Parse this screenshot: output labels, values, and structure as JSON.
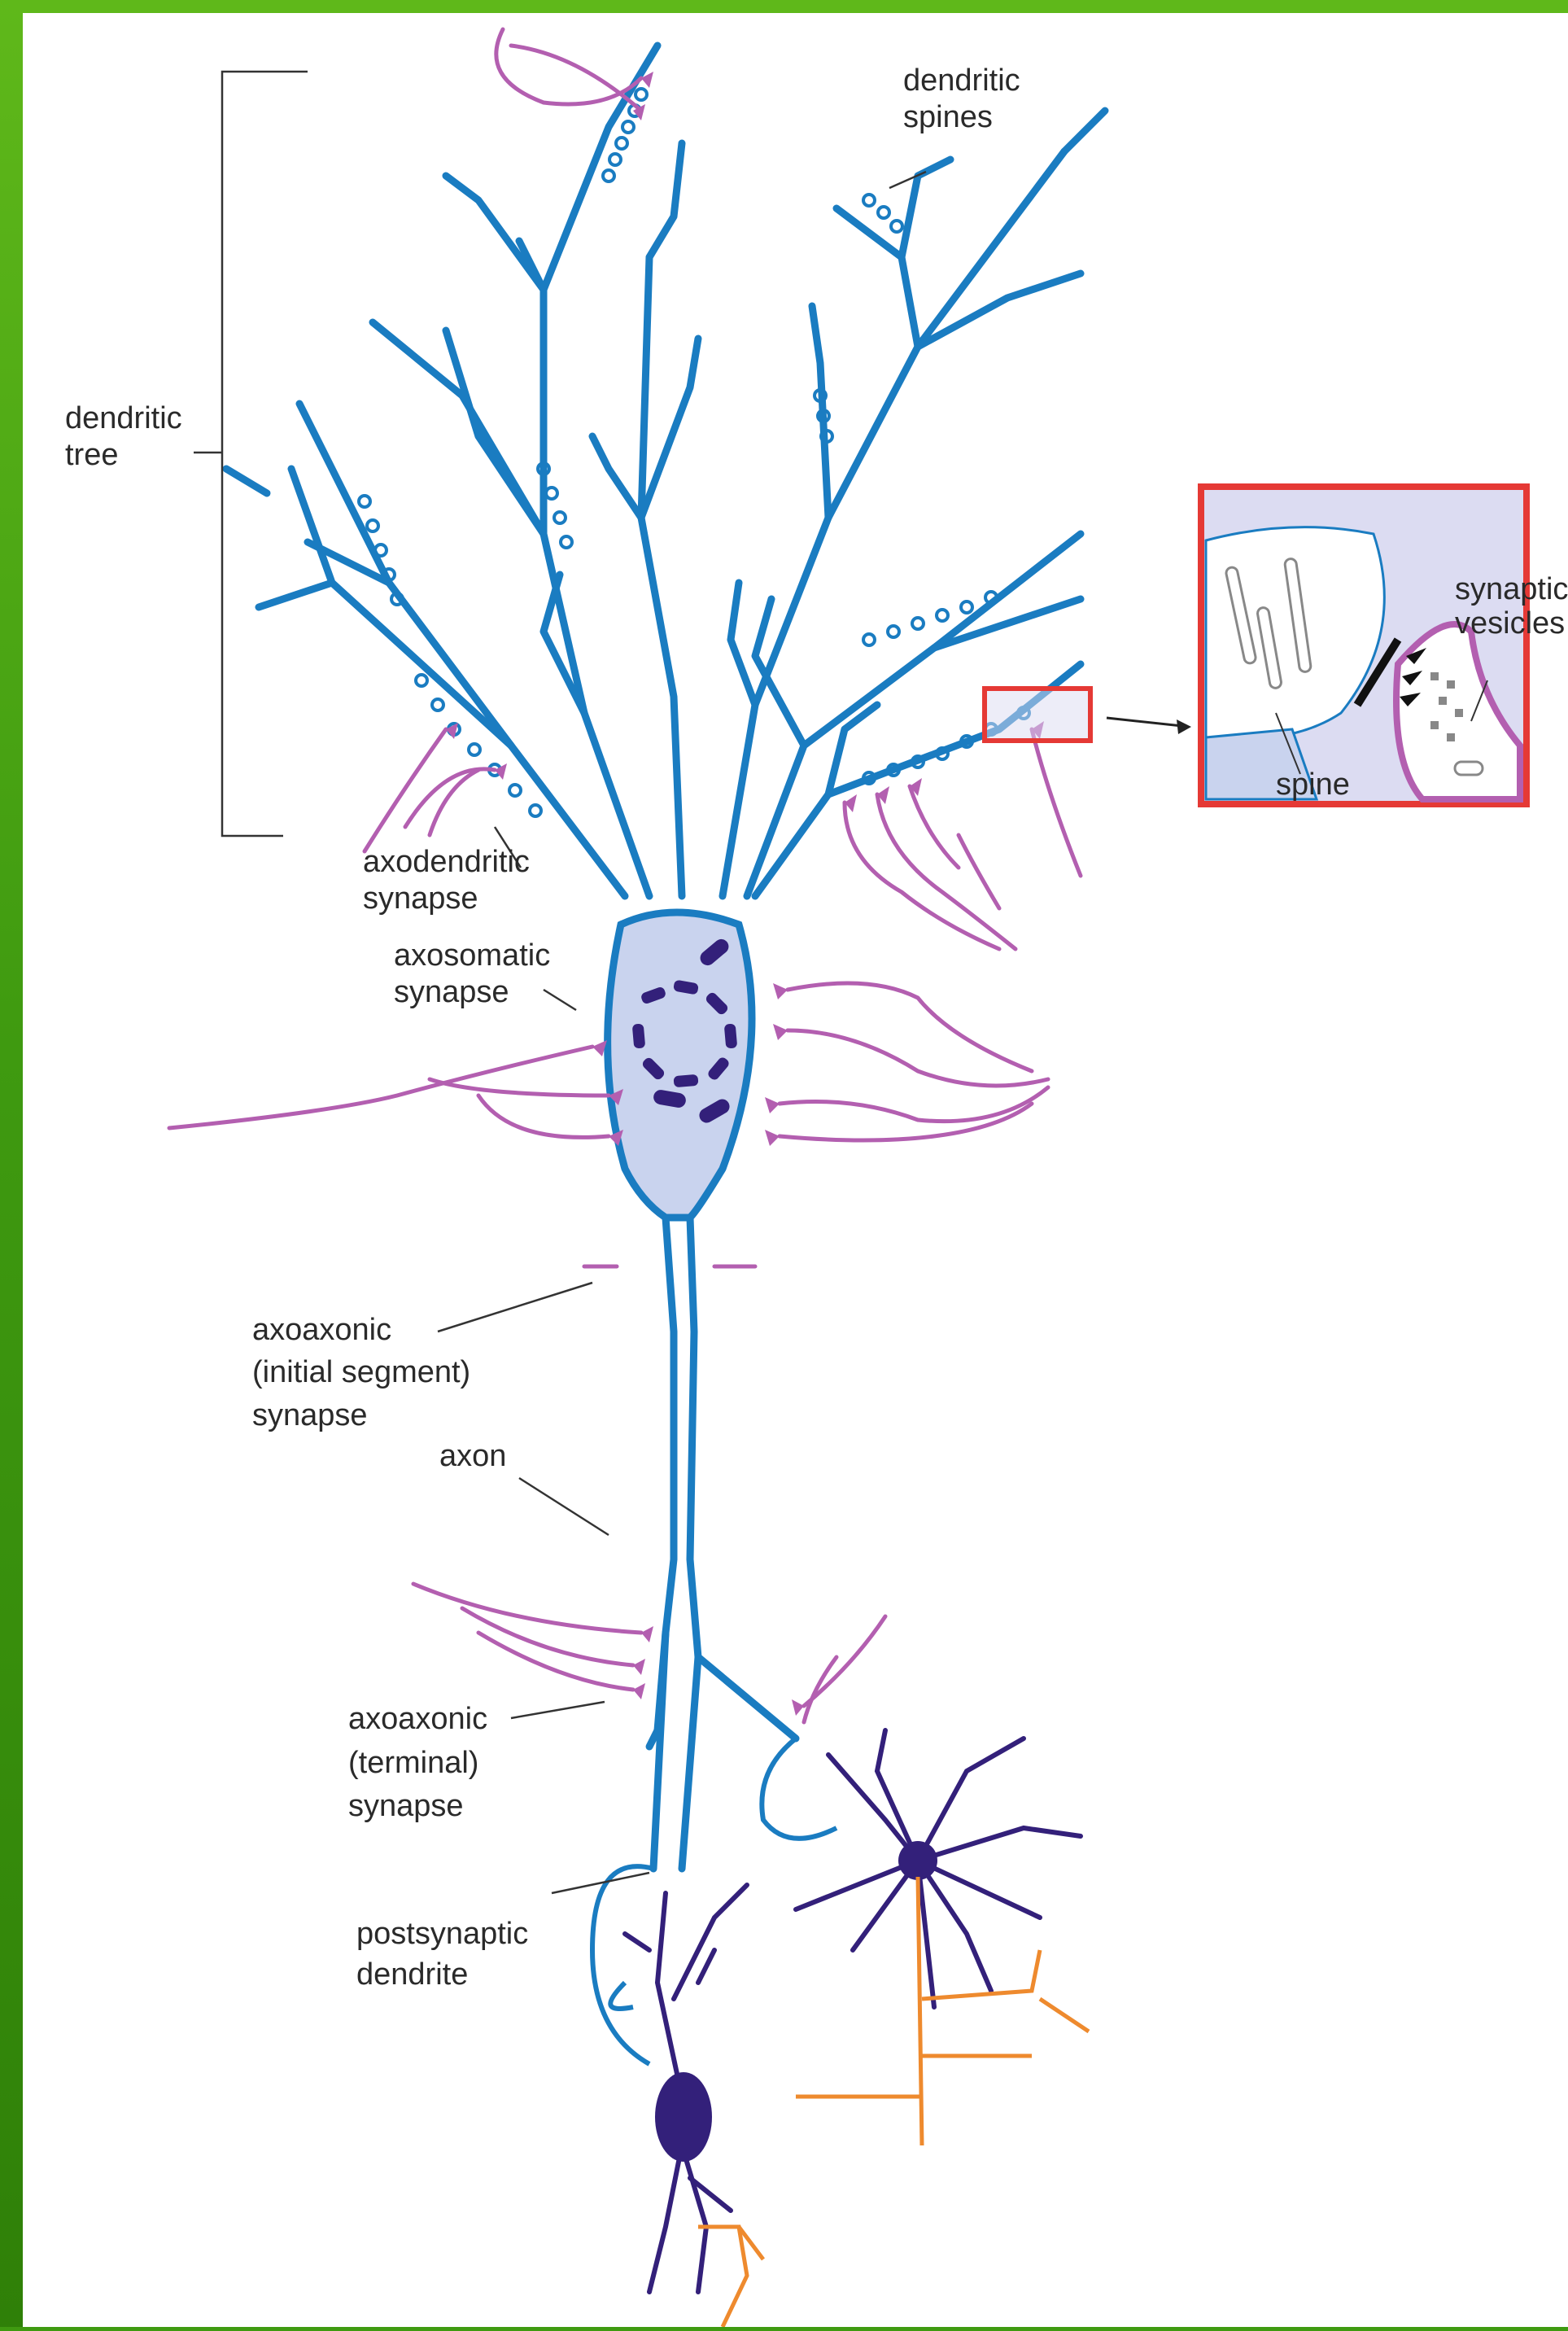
{
  "labels": {
    "dendritic_spines_1": "dendritic",
    "dendritic_spines_2": "spines",
    "dendritic_tree_1": "dendritic",
    "dendritic_tree_2": "tree",
    "axodendritic_1": "axodendritic",
    "axodendritic_2": "synapse",
    "axosomatic_1": "axosomatic",
    "axosomatic_2": "synapse",
    "axoaxonic_initial_1": "axoaxonic",
    "axoaxonic_initial_2": "(initial segment)",
    "axoaxonic_initial_3": "synapse",
    "axon": "axon",
    "axoaxonic_terminal_1": "axoaxonic",
    "axoaxonic_terminal_2": "(terminal)",
    "axoaxonic_terminal_3": "synapse",
    "postsynaptic_1": "postsynaptic",
    "postsynaptic_2": "dendrite",
    "inset_vesicles_1": "synaptic",
    "inset_vesicles_2": "vesicles",
    "inset_spine": "spine"
  },
  "colors": {
    "neuron_blue": "#1a7cc1",
    "soma_fill": "#c9d3ee",
    "presynaptic_magenta": "#b35fb0",
    "dark_neuron": "#33207a",
    "orange_axon": "#ee8a2e",
    "highlight_red": "#e53935",
    "inset_bg": "#dcdcf2"
  }
}
